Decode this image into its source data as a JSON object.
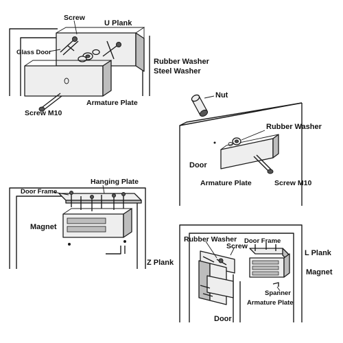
{
  "panel1": {
    "screw": "Screw",
    "u_plank": "U Plank",
    "glass_door": "Glass Door",
    "rubber_washer": "Rubber Washer",
    "steel_washer": "Steel Washer",
    "armature_plate": "Armature Plate",
    "screw_m10": "Screw M10"
  },
  "panel2": {
    "nut": "Nut",
    "rubber_washer": "Rubber Washer",
    "door": "Door",
    "armature_plate": "Armature Plate",
    "screw_m10": "Screw M10"
  },
  "panel3": {
    "door_frame": "Door Frame",
    "hanging_plate": "Hanging Plate",
    "magnet": "Magnet"
  },
  "panel4": {
    "rubber_washer": "Rubber Washer",
    "screw": "Screw",
    "door_frame": "Door Frame",
    "l_plank": "L Plank",
    "z_plank": "Z Plank",
    "magnet": "Magnet",
    "spanner": "Spanner",
    "armature_plate": "Armature Plate",
    "door": "Door"
  }
}
